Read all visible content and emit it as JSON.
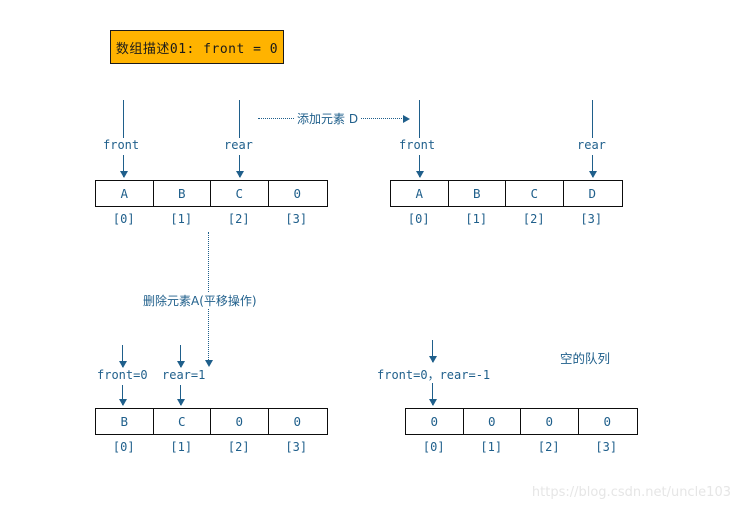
{
  "title_box": {
    "text": "数组描述01: front = 0",
    "bg_color": "#ffb300",
    "border_color": "#1a1a1a",
    "text_color": "#1a1a1a"
  },
  "theme": {
    "ink": "#1f5f8b",
    "cell_border": "#0d0d0d",
    "background": "#ffffff"
  },
  "indices": [
    "[0]",
    "[1]",
    "[2]",
    "[3]"
  ],
  "arrays": {
    "top_left": {
      "cells": [
        "A",
        "B",
        "C",
        "0"
      ],
      "pointers": [
        {
          "label": "front",
          "index": 0
        },
        {
          "label": "rear",
          "index": 2
        }
      ]
    },
    "top_right": {
      "cells": [
        "A",
        "B",
        "C",
        "D"
      ],
      "pointers": [
        {
          "label": "front",
          "index": 0
        },
        {
          "label": "rear",
          "index": 3
        }
      ]
    },
    "bottom_left": {
      "cells": [
        "B",
        "C",
        "0",
        "0"
      ],
      "pointers": [
        {
          "label": "front=0",
          "index": 0
        },
        {
          "label": "rear=1",
          "index": 1
        }
      ]
    },
    "bottom_right": {
      "cells": [
        "0",
        "0",
        "0",
        "0"
      ],
      "pointers": [
        {
          "label": "front=0，rear=-1",
          "index": 0
        }
      ]
    }
  },
  "operations": {
    "add_d": "添加元素 D",
    "delete_a": "删除元素A(平移操作)"
  },
  "notes": {
    "empty_queue": "空的队列"
  },
  "watermark": "https://blog.csdn.net/uncle103"
}
